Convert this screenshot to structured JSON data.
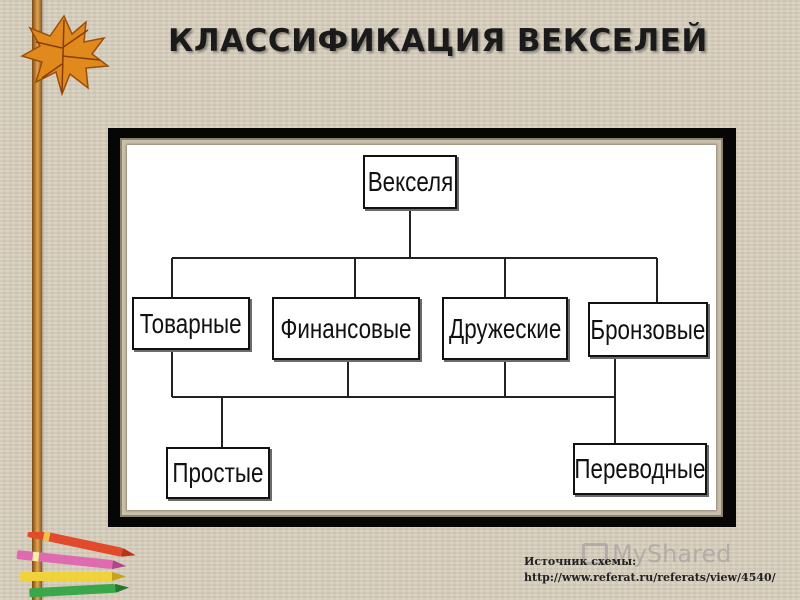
{
  "title": "КЛАССИФИКАЦИЯ ВЕКСЕЛЕЙ",
  "diagram": {
    "root": "Векселя",
    "level1": [
      "Товарные",
      "Финансовые",
      "Дружеские",
      "Бронзовые"
    ],
    "level2": [
      "Простые",
      "Переводные"
    ]
  },
  "source": {
    "label": "Источник схемы:",
    "url": "http://www.referat.ru/referats/view/4540/"
  },
  "watermark": {
    "text": "MyShared"
  },
  "decorations": {
    "leaf_icon": "autumn-leaf-icon",
    "crayons_icon": "crayons-icon",
    "stick_color": "#b97a32",
    "frame_color": "#060606"
  }
}
